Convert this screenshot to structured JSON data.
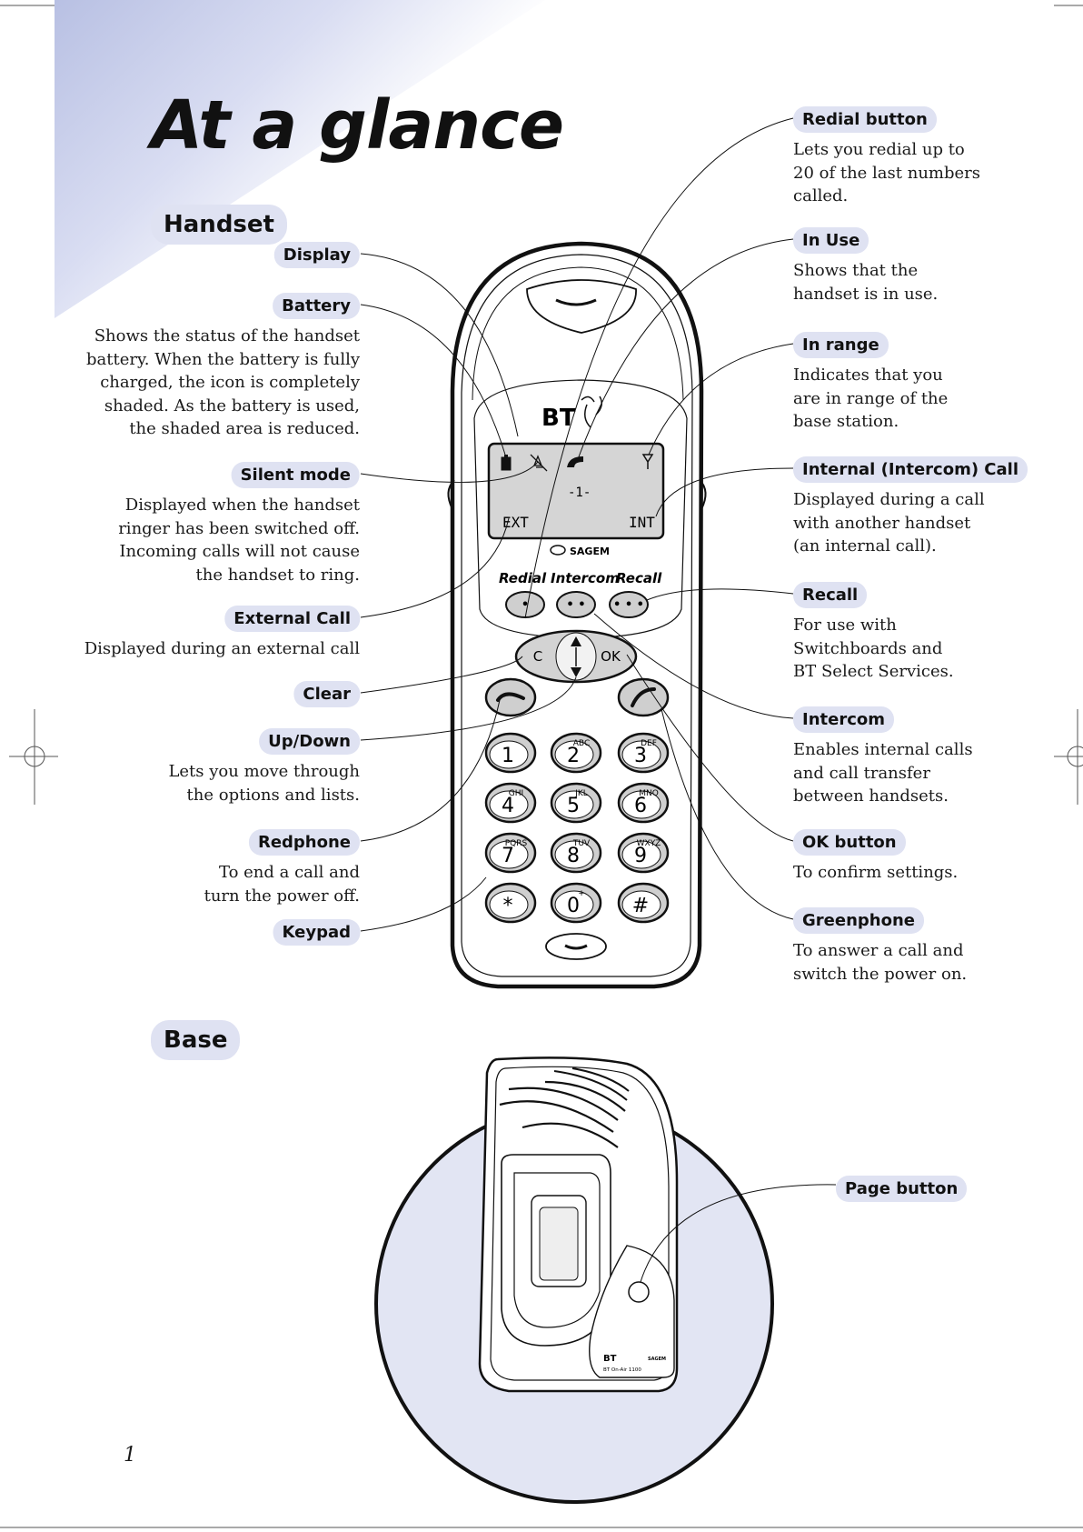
{
  "title": "At a glance",
  "sections": {
    "handset": "Handset",
    "base": "Base"
  },
  "left_labels": {
    "display": {
      "label": "Display"
    },
    "battery": {
      "label": "Battery",
      "desc": [
        "Shows the status of the handset",
        "battery. When the battery is fully",
        "charged, the icon is completely",
        "shaded. As the battery is used,",
        "the shaded area is reduced."
      ]
    },
    "silent_mode": {
      "label": "Silent mode",
      "desc": [
        "Displayed when the handset",
        "ringer has been switched off.",
        "Incoming calls will not cause",
        "the handset to ring."
      ]
    },
    "external_call": {
      "label": "External Call",
      "desc": [
        "Displayed during an external call"
      ]
    },
    "clear": {
      "label": "Clear"
    },
    "up_down": {
      "label": "Up/Down",
      "desc": [
        "Lets you move through",
        "the options and lists."
      ]
    },
    "redphone": {
      "label": "Redphone",
      "desc": [
        "To end a call and",
        "turn the power off."
      ]
    },
    "keypad": {
      "label": "Keypad"
    }
  },
  "right_labels": {
    "redial": {
      "label": "Redial button",
      "desc": [
        "Lets you redial up to",
        "20 of the last numbers",
        "called."
      ]
    },
    "in_use": {
      "label": "In Use",
      "desc": [
        "Shows that the",
        "handset is in use."
      ]
    },
    "in_range": {
      "label": "In range",
      "desc": [
        "Indicates that you",
        "are in range of the",
        "base station."
      ]
    },
    "internal_call": {
      "label": "Internal (Intercom) Call",
      "desc": [
        "Displayed during a call",
        "with another handset",
        "(an internal call)."
      ]
    },
    "recall": {
      "label": "Recall",
      "desc": [
        "For use with",
        "Switchboards and",
        "BT Select Services."
      ]
    },
    "intercom": {
      "label": "Intercom",
      "desc": [
        "Enables internal calls",
        "and call transfer",
        "between handsets."
      ]
    },
    "ok": {
      "label": "OK button",
      "desc": [
        "To confirm settings."
      ]
    },
    "greenphone": {
      "label": "Greenphone",
      "desc": [
        "To answer a call and",
        "switch the power on."
      ]
    },
    "page": {
      "label": "Page button"
    }
  },
  "handset": {
    "brand": "BT",
    "maker": "SAGEM",
    "display_center": "-1-",
    "display_ext": "EXT",
    "display_int": "INT",
    "soft_labels": [
      "Redial",
      "Intercom",
      "Recall"
    ],
    "soft_dots": [
      "•",
      "• •",
      "• • •"
    ],
    "nav_c": "C",
    "nav_ok": "OK",
    "keys": [
      {
        "digit": "1",
        "letters": ""
      },
      {
        "digit": "2",
        "letters": "ABC"
      },
      {
        "digit": "3",
        "letters": "DEF"
      },
      {
        "digit": "4",
        "letters": "GHI"
      },
      {
        "digit": "5",
        "letters": "JKL"
      },
      {
        "digit": "6",
        "letters": "MNO"
      },
      {
        "digit": "7",
        "letters": "PQRS"
      },
      {
        "digit": "8",
        "letters": "TUV"
      },
      {
        "digit": "9",
        "letters": "WXYZ"
      },
      {
        "digit": "*",
        "letters": ""
      },
      {
        "digit": "0",
        "letters": "+"
      },
      {
        "digit": "#",
        "letters": ""
      }
    ]
  },
  "base": {
    "brand": "BT",
    "model": "BT On-Air 1100",
    "maker": "SAGEM"
  },
  "page_number": "1",
  "colors": {
    "label_bg": "#dfe2f2",
    "corner_tint": "#b8c0e3",
    "base_circle": "#e2e5f3"
  }
}
